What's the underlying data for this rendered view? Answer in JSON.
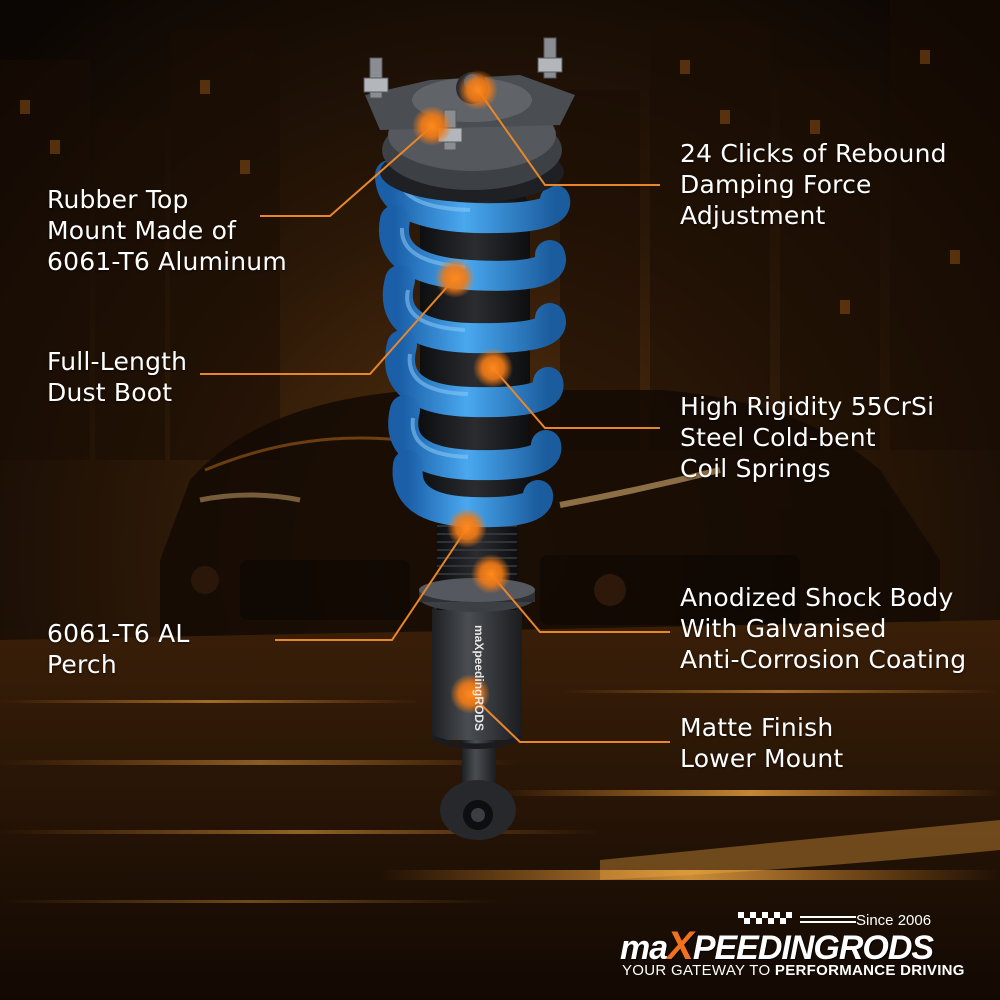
{
  "colors": {
    "accent": "#e8862a",
    "spring": "#2f8ddc",
    "shock_body": "#2d2f33",
    "background": "#1a0f06"
  },
  "features": [
    {
      "id": "top-mount",
      "lines": [
        "Rubber Top",
        "Mount Made of",
        "6061-T6 Aluminum"
      ]
    },
    {
      "id": "dust-boot",
      "lines": [
        "Full-Length",
        "Dust Boot"
      ]
    },
    {
      "id": "perch",
      "lines": [
        "6061-T6 AL",
        "Perch"
      ]
    },
    {
      "id": "rebound",
      "lines": [
        "24 Clicks of Rebound",
        "Damping Force",
        "Adjustment"
      ]
    },
    {
      "id": "springs",
      "lines": [
        "High Rigidity 55CrSi",
        "Steel Cold-bent",
        "Coil Springs"
      ]
    },
    {
      "id": "shock-body",
      "lines": [
        "Anodized Shock Body",
        "With Galvanised",
        "Anti-Corrosion Coating"
      ]
    },
    {
      "id": "lower-mount",
      "lines": [
        "Matte Finish",
        "Lower Mount"
      ]
    }
  ],
  "logo": {
    "since": "Since 2006",
    "brand_prefix": "ma",
    "brand_x": "X",
    "brand_suffix": "PEEDINGRODS",
    "tagline_prefix": "YOUR GATEWAY TO ",
    "tagline_bold": "PERFORMANCE DRIVING",
    "body_text": "maXpeedingRODS"
  }
}
